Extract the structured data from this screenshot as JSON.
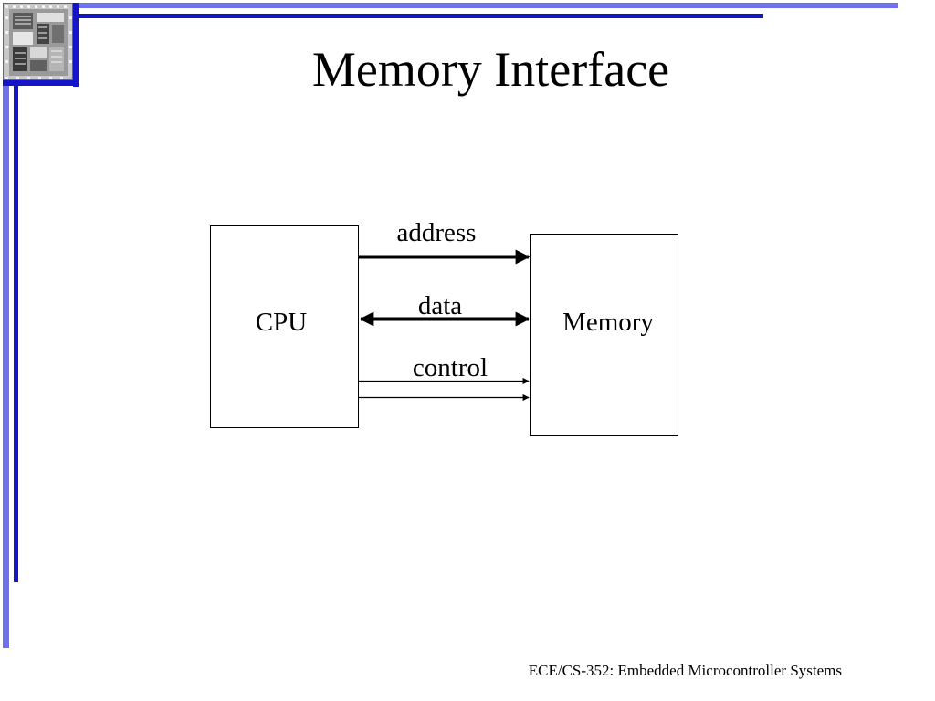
{
  "slide": {
    "title": "Memory Interface",
    "footer": "ECE/CS-352: Embedded Microcontroller Systems"
  },
  "diagram": {
    "blocks": {
      "cpu_label": "CPU",
      "memory_label": "Memory"
    },
    "signals": {
      "address_label": "address",
      "data_label": "data",
      "control_label": "control"
    }
  },
  "theme": {
    "frame_light": "#6f6ff0",
    "frame_dark": "#1414c8"
  },
  "icons": {
    "logo": "chip-die-photo-icon"
  }
}
